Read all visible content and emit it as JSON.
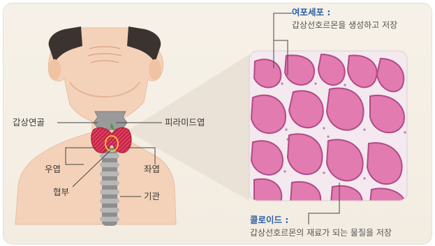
{
  "labels": {
    "isthmus_cartilage": "갑상연골",
    "pyramidal_lobe": "피라미드엽",
    "right_lobe": "우엽",
    "left_lobe": "좌엽",
    "isthmus": "협부",
    "trachea": "기관"
  },
  "callouts": {
    "follicular_cell": {
      "title": "여포세포 :",
      "description": "갑상선호르몬을 생성하고 저장"
    },
    "colloid": {
      "title": "콜로이드 :",
      "description": "갑상선호르몬의 재료가 되는 물질을 저장"
    }
  },
  "colors": {
    "skin": "#f4d2b9",
    "thyroid": "#d8312a",
    "cartilage": "#8a8a8a",
    "micrograph": "#e07fb0",
    "heading": "#2b5fa8"
  }
}
